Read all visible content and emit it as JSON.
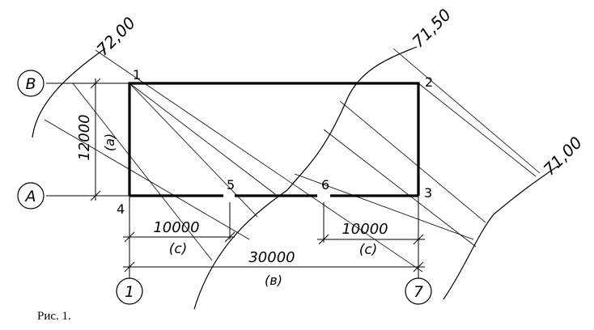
{
  "contours": {
    "c72_00": "72,00",
    "c71_50": "71,50",
    "c71_00": "71,00"
  },
  "axes": {
    "row_b": "В",
    "row_a": "А",
    "col_1": "1",
    "col_7": "7"
  },
  "points": {
    "p1": "1",
    "p2": "2",
    "p3": "3",
    "p4": "4",
    "p5": "5",
    "p6": "6"
  },
  "dimensions": {
    "height_value": "12000",
    "height_tag": "(а)",
    "left_value": "10000",
    "left_tag": "(с)",
    "right_value": "10000",
    "right_tag": "(с)",
    "total_value": "30000",
    "total_tag": "(в)"
  },
  "caption": "Рис. 1."
}
